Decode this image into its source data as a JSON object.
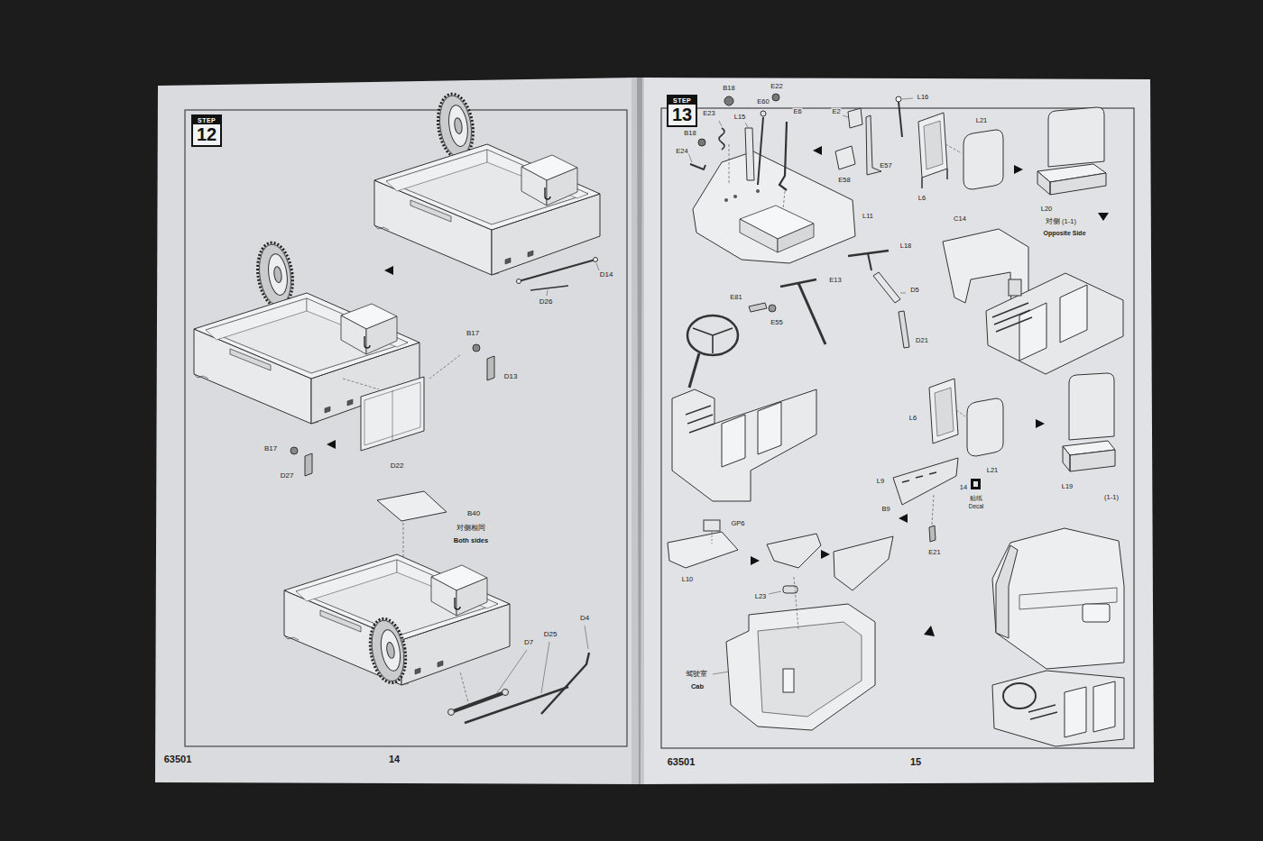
{
  "diagram": {
    "nodes": [
      {
        "text": [
          "STEP",
          "12"
        ]
      },
      {
        "text": [
          "STEP",
          "13"
        ]
      }
    ],
    "labels": [
      "D14",
      "D26",
      "B17",
      "D13",
      "B17",
      "D27",
      "D22",
      "B40",
      "对侧相同",
      "Both sides",
      "D7",
      "D25",
      "D4",
      "63501",
      "14",
      "B18",
      "E22",
      "E23",
      "L15",
      "E60",
      "E6",
      "B18",
      "E24",
      "E2",
      "L16",
      "E57",
      "E58",
      "L11",
      "L21",
      "L6",
      "L20",
      "对侧 (1-1)",
      "Opposite Side",
      "C14",
      "L18",
      "E13",
      "E81",
      "D5",
      "E55",
      "D21",
      "L6",
      "L21",
      "L19",
      "(1-1)",
      "L9",
      "14",
      "贴纸",
      "Decal",
      "B9",
      "E21",
      "GP6",
      "L10",
      "L23",
      "驾驶室",
      "Cab",
      "63501",
      "15"
    ]
  }
}
